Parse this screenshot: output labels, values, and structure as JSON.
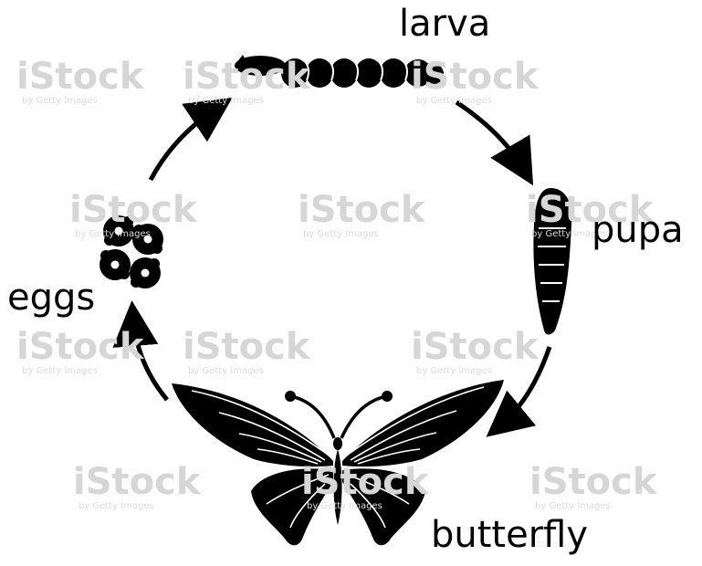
{
  "labels": {
    "larva": "larva",
    "pupa": "pupa",
    "eggs": "eggs",
    "butterfly": "butterfly"
  },
  "watermark": {
    "brand": "iStock",
    "sub": "by Getty Images"
  },
  "colors": {
    "ink": "#000000",
    "background": "#ffffff",
    "watermark": "#d6d6d6"
  }
}
